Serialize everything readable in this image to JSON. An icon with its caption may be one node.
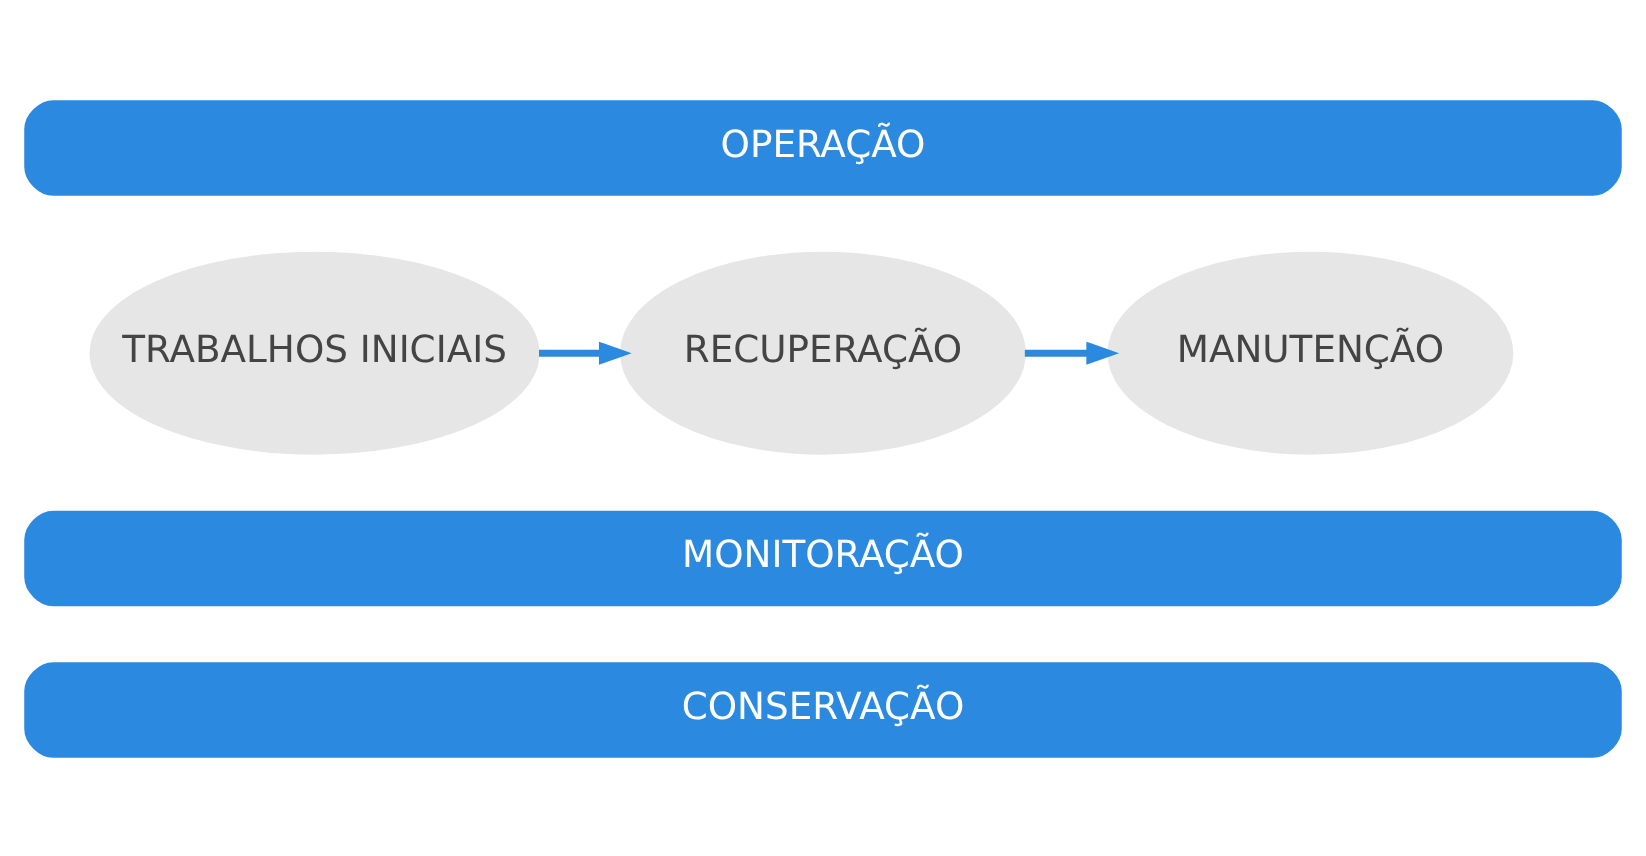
{
  "diagram": {
    "nodes": [
      {
        "text": [
          "OPERAÇÃO"
        ]
      },
      {
        "text": [
          "TRABALHOS INICIAIS"
        ]
      },
      {
        "text": [
          "RECUPERAÇÃO"
        ]
      },
      {
        "text": [
          "MANUTENÇÃO"
        ]
      },
      {
        "text": [
          "MONITORAÇÃO"
        ]
      },
      {
        "text": [
          "CONSERVAÇÃO"
        ]
      }
    ],
    "edges": [
      {
        "from": 1,
        "to": 2,
        "arrow": "to"
      },
      {
        "from": 2,
        "to": 3,
        "arrow": "to"
      }
    ]
  }
}
